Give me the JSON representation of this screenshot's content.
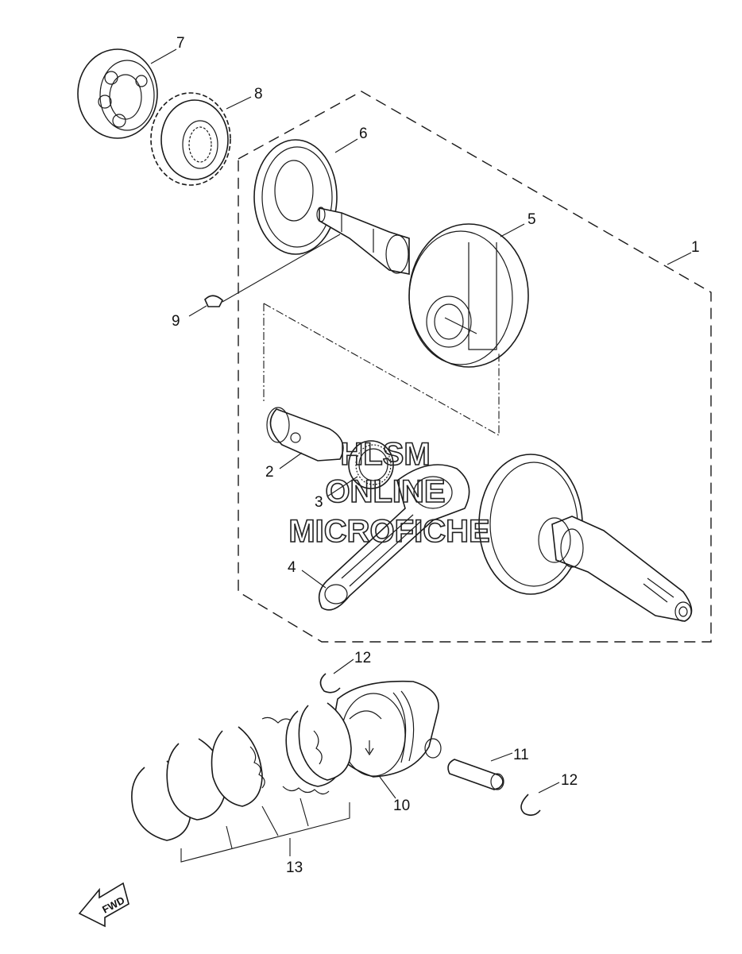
{
  "callouts": {
    "c1": "1",
    "c2": "2",
    "c3": "3",
    "c4": "4",
    "c5": "5",
    "c6": "6",
    "c7": "7",
    "c8": "8",
    "c9": "9",
    "c10": "10",
    "c11": "11",
    "c12a": "12",
    "c12b": "12",
    "c13": "13"
  },
  "watermark": {
    "line1": "HLSM",
    "line2": "ONLINE",
    "line3": "MICROFICHE"
  },
  "direction_arrow": "FWD"
}
